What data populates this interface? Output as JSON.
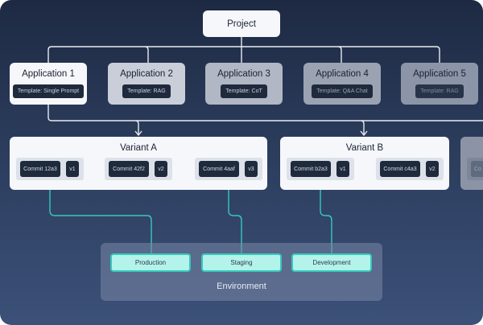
{
  "project": {
    "label": "Project"
  },
  "applications": [
    {
      "label": "Application 1",
      "template": "Template: Single Prompt"
    },
    {
      "label": "Application 2",
      "template": "Template: RAG"
    },
    {
      "label": "Application 3",
      "template": "Template: CoT"
    },
    {
      "label": "Application 4",
      "template": "Template: Q&A Chat"
    },
    {
      "label": "Application 5",
      "template": "Template: RAG"
    }
  ],
  "variants": [
    {
      "label": "Variant A",
      "commits": [
        {
          "id": "Commit 12a3",
          "version": "v1"
        },
        {
          "id": "Commit 42f2",
          "version": "v2"
        },
        {
          "id": "Commit 4aaf",
          "version": "v3"
        }
      ]
    },
    {
      "label": "Variant B",
      "commits": [
        {
          "id": "Commit b2a3",
          "version": "v1"
        },
        {
          "id": "Commit c4a3",
          "version": "v2"
        }
      ]
    }
  ],
  "ghost_variant": {
    "commit_partial": "Co"
  },
  "environment": {
    "label": "Environment",
    "items": [
      "Production",
      "Staging",
      "Development"
    ]
  },
  "colors": {
    "teal": "#35c9bd",
    "chip_bg": "#1f2a3d",
    "env_chip": "#b4f3ea"
  }
}
